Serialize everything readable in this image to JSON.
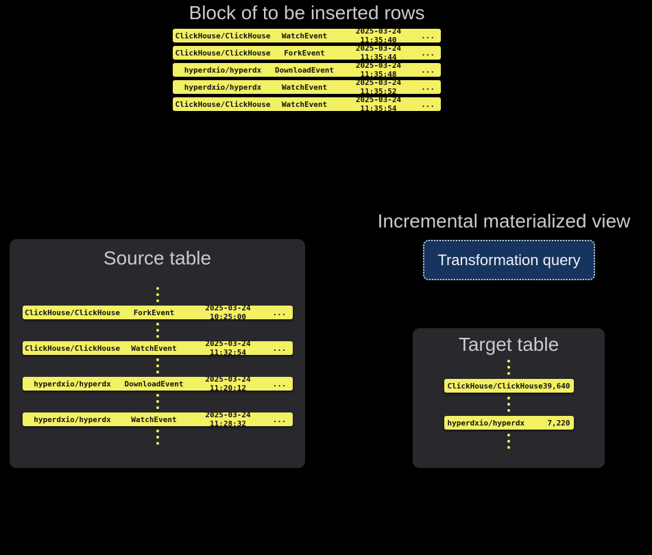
{
  "colors": {
    "background": "#000000",
    "row_yellow": "#f2f063",
    "card_background": "#29292d",
    "title_gray": "#c9cacd",
    "query_box_blue": "#17345e",
    "query_box_border": "#c9ced6",
    "row_text": "#141414"
  },
  "block_section": {
    "title": "Block of to be inserted rows",
    "rows": [
      {
        "repo": "ClickHouse/ClickHouse",
        "event": "WatchEvent",
        "time": "2025-03-24 11:35:40",
        "more": "..."
      },
      {
        "repo": "ClickHouse/ClickHouse",
        "event": "ForkEvent",
        "time": "2025-03-24 11:35:44",
        "more": "..."
      },
      {
        "repo": "hyperdxio/hyperdx",
        "event": "DownloadEvent",
        "time": "2025-03-24 11:35:48",
        "more": "..."
      },
      {
        "repo": "hyperdxio/hyperdx",
        "event": "WatchEvent",
        "time": "2025-03-24 11:35:52",
        "more": "..."
      },
      {
        "repo": "ClickHouse/ClickHouse",
        "event": "WatchEvent",
        "time": "2025-03-24 11:35:54",
        "more": "..."
      }
    ]
  },
  "source_table": {
    "title": "Source table",
    "rows": [
      {
        "repo": "ClickHouse/ClickHouse",
        "event": "ForkEvent",
        "time": "2025-03-24 10:25:00",
        "more": "..."
      },
      {
        "repo": "ClickHouse/ClickHouse",
        "event": "WatchEvent",
        "time": "2025-03-24 11:32:54",
        "more": "..."
      },
      {
        "repo": "hyperdxio/hyperdx",
        "event": "DownloadEvent",
        "time": "2025-03-24 11:20:12",
        "more": "..."
      },
      {
        "repo": "hyperdxio/hyperdx",
        "event": "WatchEvent",
        "time": "2025-03-24 11:28:32",
        "more": "..."
      }
    ]
  },
  "materialized_view": {
    "title": "Incremental materialized view",
    "query_label": "Transformation query"
  },
  "target_table": {
    "title": "Target table",
    "rows": [
      {
        "repo": "ClickHouse/ClickHouse",
        "count": "39,640"
      },
      {
        "repo": "hyperdxio/hyperdx",
        "count": "7,220"
      }
    ]
  }
}
